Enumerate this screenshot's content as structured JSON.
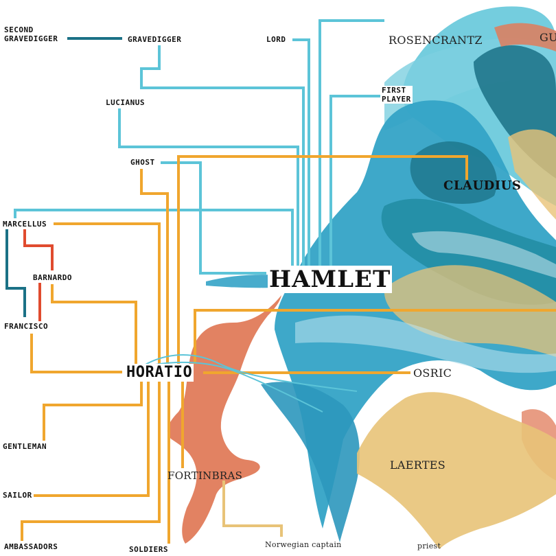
{
  "colors": {
    "hamlet_blue": "#34a3c6",
    "light_blue": "#5cc4d8",
    "teal": "#1f8aa0",
    "dark_teal": "#1b7186",
    "orange": "#f0a62e",
    "salmon": "#e07b5a",
    "sand": "#e8c378",
    "red": "#e04b2e"
  },
  "characters": {
    "second_gravedigger": "SECOND\nGRAVEDIGGER",
    "gravedigger": "GRAVEDIGGER",
    "lord": "LORD",
    "rosencrantz": "ROSENCRANTZ",
    "guildenstern": "GU",
    "first_player": "FIRST\nPLAYER",
    "lucianus": "LUCIANUS",
    "ghost": "GHOST",
    "claudius": "CLAUDIUS",
    "marcellus": "MARCELLUS",
    "barnardo": "BARNARDO",
    "hamlet": "HAMLET",
    "francisco": "FRANCISCO",
    "horatio": "HORATIO",
    "osric": "OSRIC",
    "gentleman": "GENTLEMAN",
    "fortinbras": "FORTINBRAS",
    "laertes": "LAERTES",
    "sailor": "SAILOR",
    "ambassadors": "AMBASSADORS",
    "soldiers": "SOLDIERS",
    "norwegian_captain": "Norwegian captain",
    "priest": "priest"
  }
}
